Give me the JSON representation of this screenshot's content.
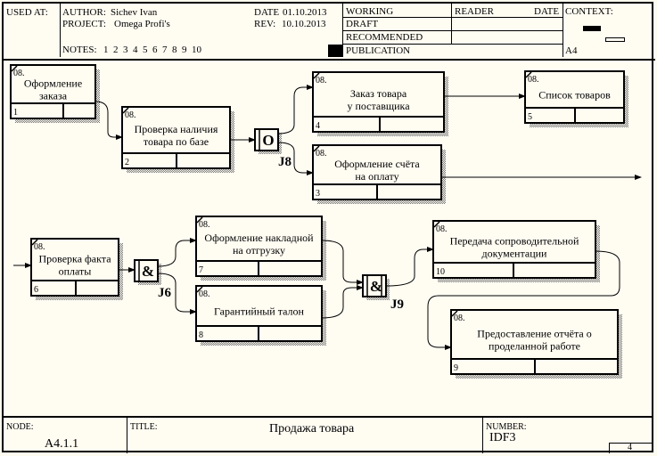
{
  "header": {
    "used_at_label": "USED AT:",
    "author_label": "AUTHOR:",
    "author": "Sichev Ivan",
    "project_label": "PROJECT:",
    "project": "Omega Profi's",
    "date_label": "DATE",
    "date": "01.10.2013",
    "rev_label": "REV:",
    "rev": "10.10.2013",
    "notes_label": "NOTES:",
    "notes": "1  2  3  4  5  6  7  8  9  10",
    "status": [
      "WORKING",
      "DRAFT",
      "RECOMMENDED",
      "PUBLICATION"
    ],
    "active_status": "PUBLICATION",
    "reader_label": "READER",
    "reader_date_label": "DATE",
    "context_label": "CONTEXT:",
    "context_node": "A4"
  },
  "diagram": {
    "boxes": [
      {
        "id": 1,
        "ref": "08.",
        "title_lines": [
          "Оформление",
          "заказа"
        ]
      },
      {
        "id": 2,
        "ref": "08.",
        "title_lines": [
          "Проверка наличия",
          "товара по базе"
        ]
      },
      {
        "id": 4,
        "ref": "08.",
        "title_lines": [
          "Заказ товара",
          "у поставщика"
        ]
      },
      {
        "id": 5,
        "ref": "08.",
        "title_lines": [
          "Список товаров"
        ]
      },
      {
        "id": 3,
        "ref": "08.",
        "title_lines": [
          "Оформление счёта",
          "на оплату"
        ]
      },
      {
        "id": 6,
        "ref": "08.",
        "title_lines": [
          "Проверка факта",
          "оплаты"
        ]
      },
      {
        "id": 7,
        "ref": "08.",
        "title_lines": [
          "Оформление накладной",
          "на отгрузку"
        ]
      },
      {
        "id": 8,
        "ref": "08.",
        "title_lines": [
          "Гарантийный талон"
        ]
      },
      {
        "id": 10,
        "ref": "08.",
        "title_lines": [
          "Передача сопроводительной",
          "документации"
        ]
      },
      {
        "id": 9,
        "ref": "08.",
        "title_lines": [
          "Предоставление отчёта о",
          "проделанной работе"
        ]
      }
    ],
    "junctions": [
      {
        "id": "J8",
        "symbol": "O"
      },
      {
        "id": "J6",
        "symbol": "&"
      },
      {
        "id": "J9",
        "symbol": "&"
      }
    ]
  },
  "footer": {
    "node_label": "NODE:",
    "node": "A4.1.1",
    "title_label": "TITLE:",
    "title": "Продажа товара",
    "number_label": "NUMBER:",
    "number": "IDF3",
    "page": "4"
  }
}
